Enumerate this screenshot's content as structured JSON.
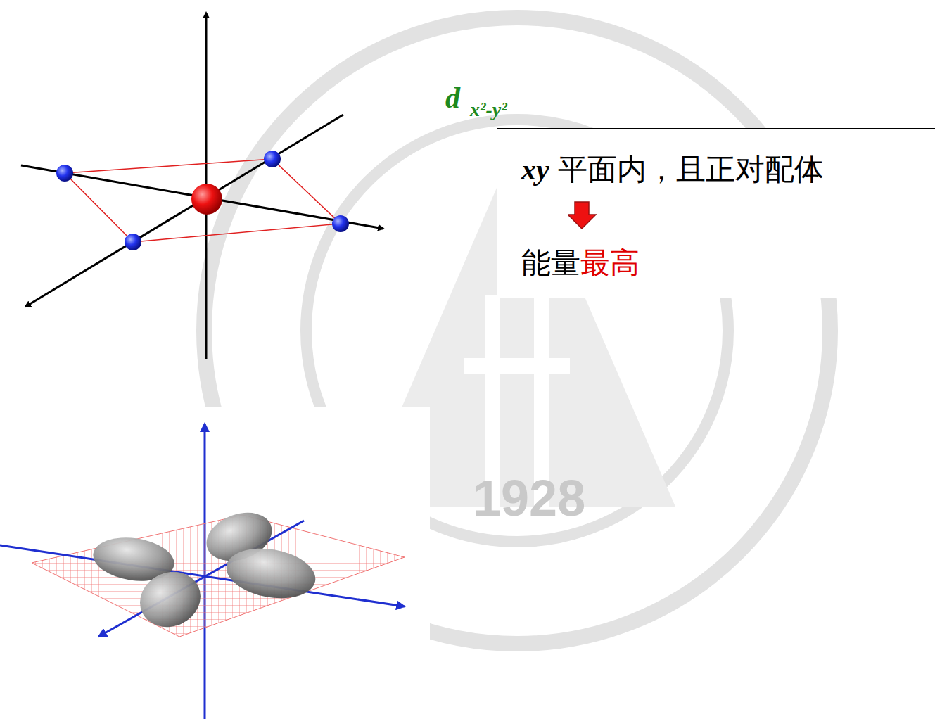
{
  "diagram": {
    "nodes": [
      {
        "text": [
          "xy",
          "平面内，且正对配体",
          "能量",
          "最高"
        ]
      }
    ],
    "labels": [
      "d",
      "x²-y²",
      "1928"
    ]
  }
}
